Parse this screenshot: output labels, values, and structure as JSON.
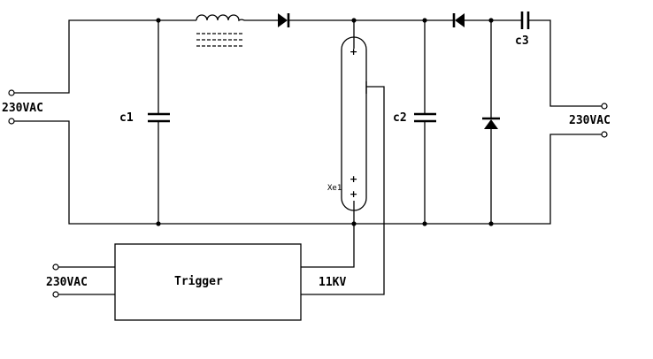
{
  "labels": {
    "input_left": "230VAC",
    "output_right": "230VAC",
    "trigger_input": "230VAC",
    "c1": "c1",
    "c2": "c2",
    "c3": "c3",
    "trigger_box": "Trigger",
    "trigger_output": "11KV",
    "lamp": "Xe1"
  },
  "icons": {
    "inductor": "inductor-icon",
    "diode": "diode-icon",
    "capacitor": "capacitor-icon",
    "zener": "zener-diode-icon",
    "flash_tube": "flash-tube-icon",
    "terminal": "terminal-icon"
  }
}
